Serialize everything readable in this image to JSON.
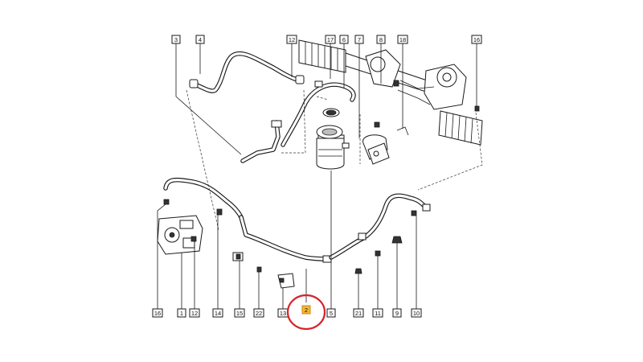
{
  "callouts": {
    "c3": "3",
    "c4": "4",
    "c12a": "12",
    "c17": "17",
    "c6": "6",
    "c7": "7",
    "c8": "8",
    "c18": "18",
    "c16a": "16",
    "c16b": "16",
    "c1": "1",
    "c12b": "12",
    "c14": "14",
    "c15": "15",
    "c22": "22",
    "c13": "13",
    "c2": "2",
    "c5": "5",
    "c21": "21",
    "c11": "11",
    "c9": "9",
    "c10": "10"
  },
  "highlight": {
    "callout": "2",
    "color": "#f5b731",
    "ring_color": "#d8232a"
  },
  "icons": {
    "steering_rack": "steering-rack-icon",
    "pump": "power-steering-pump-icon",
    "reservoir": "fluid-reservoir-icon"
  }
}
